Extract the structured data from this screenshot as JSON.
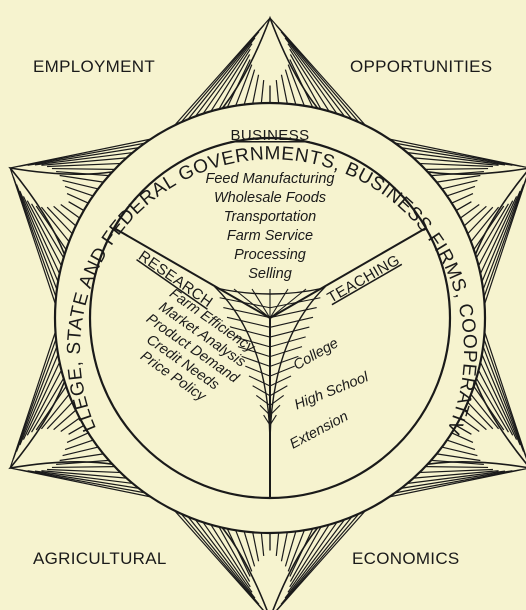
{
  "corners": {
    "top_left": "EMPLOYMENT",
    "top_right": "OPPORTUNITIES",
    "bottom_left": "AGRICULTURAL",
    "bottom_right": "ECONOMICS"
  },
  "ring_text": "COLLEGE, STATE AND FEDERAL GOVERNMENTS, BUSINESS FIRMS, COOPERATIVES",
  "business": {
    "heading": "BUSINESS",
    "items": [
      "Feed Manufacturing",
      "Wholesale Foods",
      "Transportation",
      "Farm Service",
      "Processing",
      "Selling"
    ]
  },
  "research": {
    "heading": "RESEARCH",
    "items": [
      "Farm Efficiency",
      "Market Analysis",
      "Product Demand",
      "Credit Needs",
      "Price Policy"
    ]
  },
  "teaching": {
    "heading": "TEACHING",
    "items": [
      "College",
      "High School",
      "Extension"
    ]
  }
}
